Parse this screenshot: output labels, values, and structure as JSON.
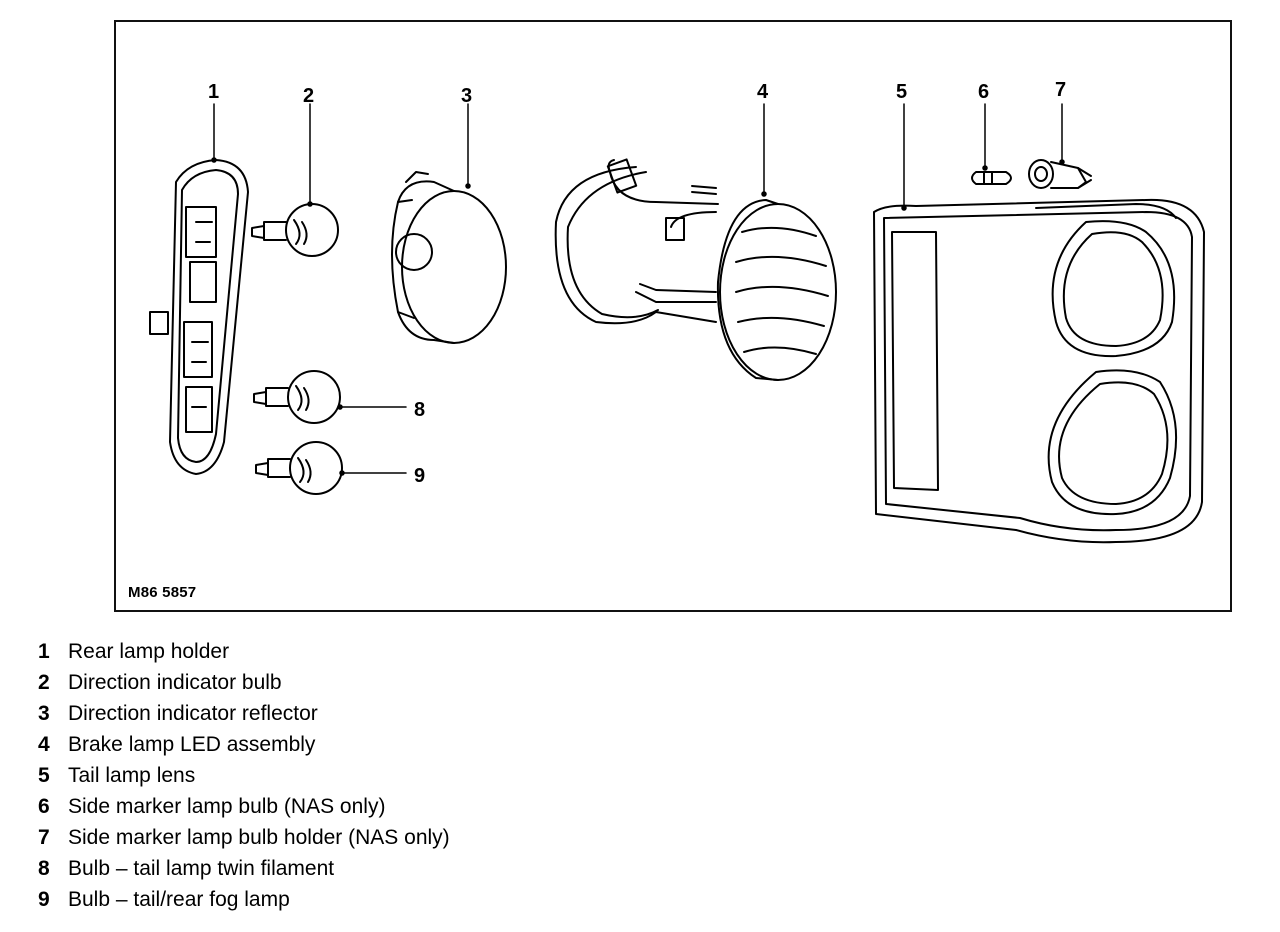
{
  "diagram": {
    "figure_code": "M86 5857",
    "callouts": [
      "1",
      "2",
      "3",
      "4",
      "5",
      "6",
      "7",
      "8",
      "9"
    ]
  },
  "legend": [
    {
      "num": "1",
      "text": "Rear lamp holder"
    },
    {
      "num": "2",
      "text": "Direction indicator bulb"
    },
    {
      "num": "3",
      "text": "Direction indicator reflector"
    },
    {
      "num": "4",
      "text": "Brake lamp LED assembly"
    },
    {
      "num": "5",
      "text": "Tail lamp lens"
    },
    {
      "num": "6",
      "text": "Side marker lamp bulb (NAS only)"
    },
    {
      "num": "7",
      "text": "Side marker lamp bulb holder (NAS only)"
    },
    {
      "num": "8",
      "text": "Bulb – tail lamp twin filament"
    },
    {
      "num": "9",
      "text": "Bulb – tail/rear fog lamp"
    }
  ]
}
